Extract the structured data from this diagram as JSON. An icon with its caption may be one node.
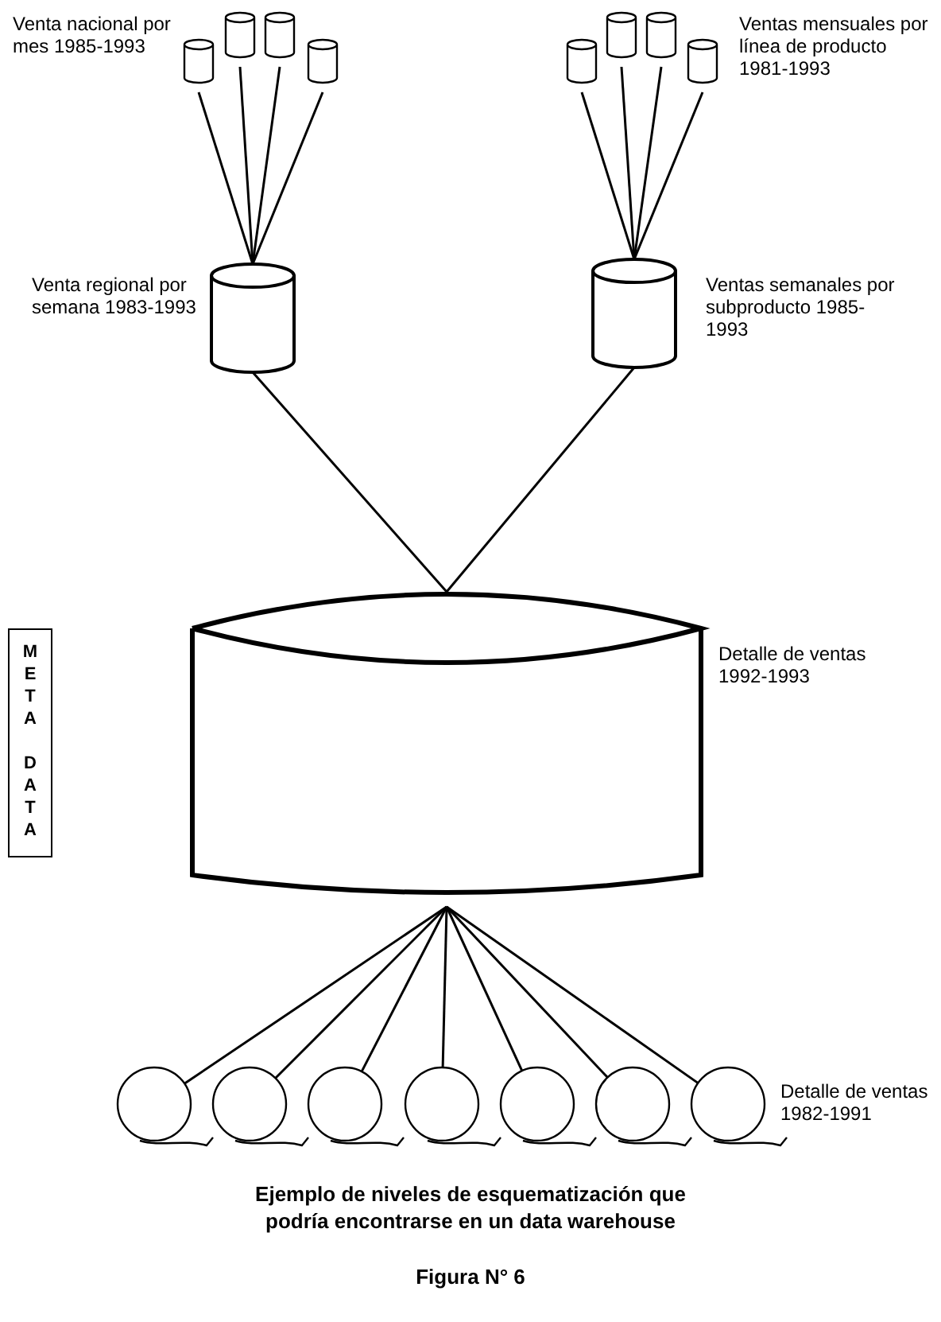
{
  "diagram": {
    "caption": "Ejemplo de niveles de esquematización que podría encontrarse en un data warehouse",
    "nodes": [
      {
        "text": [],
        "shape": "cylinder"
      },
      {
        "text": [],
        "shape": "cylinder"
      },
      {
        "text": [],
        "shape": "cylinder"
      },
      {
        "text": [],
        "shape": "cylinder"
      },
      {
        "text": [],
        "shape": "cylinder"
      },
      {
        "text": [],
        "shape": "cylinder"
      },
      {
        "text": [],
        "shape": "cylinder"
      },
      {
        "text": [],
        "shape": "cylinder"
      },
      {
        "text": [],
        "shape": "cylinder",
        "beside": [
          "Venta regional por semana 1983-1993"
        ]
      },
      {
        "text": [],
        "shape": "cylinder",
        "beside": [
          "Ventas semanales por subproducto 1985-1993"
        ]
      },
      {
        "text": [],
        "shape": "cylinder",
        "beside": [
          "Detalle de ventas 1992-1993"
        ]
      },
      {
        "text": [
          "META DATA"
        ]
      },
      {
        "text": [],
        "shape": "circle"
      },
      {
        "text": [],
        "shape": "circle"
      },
      {
        "text": [],
        "shape": "circle"
      },
      {
        "text": [],
        "shape": "circle"
      },
      {
        "text": [],
        "shape": "circle"
      },
      {
        "text": [],
        "shape": "circle"
      },
      {
        "text": [],
        "shape": "circle"
      }
    ],
    "edges": [
      {
        "from": 0,
        "to": 8,
        "arrow": "none"
      },
      {
        "from": 1,
        "to": 8,
        "arrow": "none"
      },
      {
        "from": 2,
        "to": 8,
        "arrow": "none"
      },
      {
        "from": 3,
        "to": 8,
        "arrow": "none"
      },
      {
        "from": 4,
        "to": 9,
        "arrow": "none"
      },
      {
        "from": 5,
        "to": 9,
        "arrow": "none"
      },
      {
        "from": 6,
        "to": 9,
        "arrow": "none"
      },
      {
        "from": 7,
        "to": 9,
        "arrow": "none"
      },
      {
        "from": 8,
        "to": 10,
        "arrow": "none"
      },
      {
        "from": 9,
        "to": 10,
        "arrow": "none"
      },
      {
        "from": 10,
        "to": 12,
        "arrow": "none"
      },
      {
        "from": 10,
        "to": 13,
        "arrow": "none"
      },
      {
        "from": 10,
        "to": 14,
        "arrow": "none"
      },
      {
        "from": 10,
        "to": 15,
        "arrow": "none"
      },
      {
        "from": 10,
        "to": 16,
        "arrow": "none"
      },
      {
        "from": 10,
        "to": 17,
        "arrow": "none"
      },
      {
        "from": 10,
        "to": 18,
        "arrow": "none"
      }
    ],
    "labels": [
      "Venta nacional por mes 1985-1993",
      "Ventas mensuales por línea de producto 1981-1993",
      "Detalle de ventas 1982-1991",
      "Figura N° 6"
    ]
  }
}
